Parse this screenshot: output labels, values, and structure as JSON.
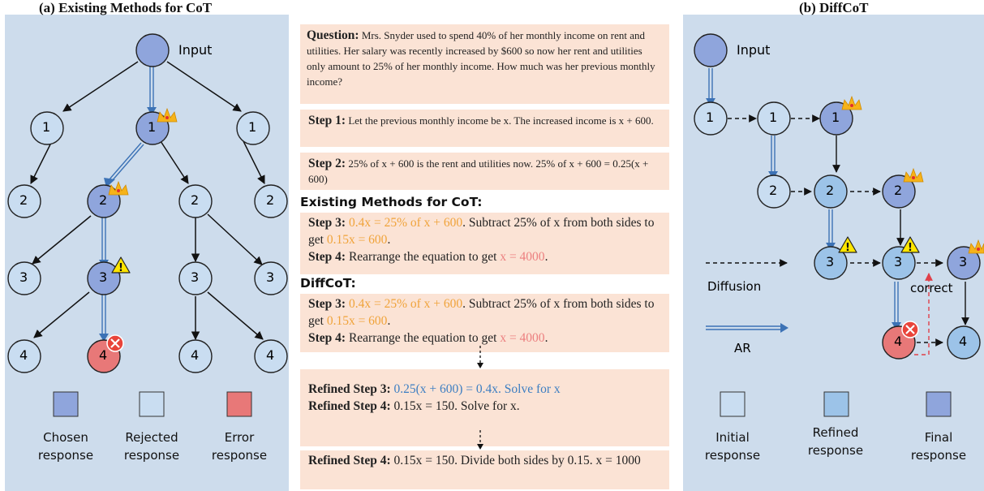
{
  "left_panel": {
    "title": "(a) Existing Methods for CoT",
    "input_label": "Input",
    "nodes": [
      "1",
      "1",
      "1",
      "2",
      "2",
      "2",
      "2",
      "3",
      "3",
      "3",
      "3",
      "4",
      "4",
      "4",
      "4"
    ],
    "legend": [
      {
        "label_line1": "Chosen",
        "label_line2": "response",
        "color": "#8fa5dc"
      },
      {
        "label_line1": "Rejected",
        "label_line2": "response",
        "color": "#c9ddf1"
      },
      {
        "label_line1": "Error",
        "label_line2": "response",
        "color": "#e87878"
      }
    ]
  },
  "middle": {
    "question_label": "Question:",
    "question_text": "Mrs. Snyder used to spend 40% of her monthly income on rent and utilities. Her salary was recently increased by $600 so now her rent and utilities only amount to 25% of her monthly income. How much was her previous monthly income?",
    "step1_label": "Step 1:",
    "step1_text": "Let the previous monthly income be x. The increased income is x + 600.",
    "step2_label": "Step 2:",
    "step2_text": "25% of x + 600 is the rent and utilities now. 25% of x + 600 = 0.25(x + 600)",
    "existing_heading": "Existing Methods for CoT:",
    "ex_step3_label": "Step 3:",
    "ex_step3_hl": "0.4x = 25% of x + 600",
    "ex_step3_mid": ". Subtract 25% of x from both sides to get ",
    "ex_step3_hl2": "0.15x = 600",
    "ex_step3_end": ".",
    "ex_step4_label": "Step 4:",
    "ex_step4_text": "Rearrange the equation to get ",
    "ex_step4_hl": "x = 4000",
    "ex_step4_end": ".",
    "diffcot_heading": "DiffCoT:",
    "df_step3_label": "Step 3:",
    "df_step3_hl": "0.4x = 25% of x + 600",
    "df_step3_mid": ". Subtract 25% of x from both sides to get ",
    "df_step3_hl2": "0.15x = 600",
    "df_step3_end": ".",
    "df_step4_label": "Step 4:",
    "df_step4_text": "Rearrange the equation to get ",
    "df_step4_hl": "x = 4000",
    "df_step4_end": ".",
    "refined3_label": "Refined Step 3:",
    "refined3_text": "0.25(x + 600) = 0.4x. Solve for x",
    "refined4_label": "Refined Step 4:",
    "refined4_text": "0.15x = 150. Solve for x.",
    "final4_label": "Refined Step 4:",
    "final4_text": "0.15x = 150. Divide both sides by 0.15. x = 1000"
  },
  "right_panel": {
    "title": "(b) DiffCoT",
    "input_label": "Input",
    "diffusion_label": "Diffusion",
    "ar_label": "AR",
    "correct_label": "correct",
    "legend": [
      {
        "label_line1": "Initial",
        "label_line2": "response",
        "color": "#c9ddf1"
      },
      {
        "label_line1": "Refined",
        "label_line2": "response",
        "color": "#9cc3e8"
      },
      {
        "label_line1": "Final",
        "label_line2": "response",
        "color": "#8fa5dc"
      }
    ]
  }
}
